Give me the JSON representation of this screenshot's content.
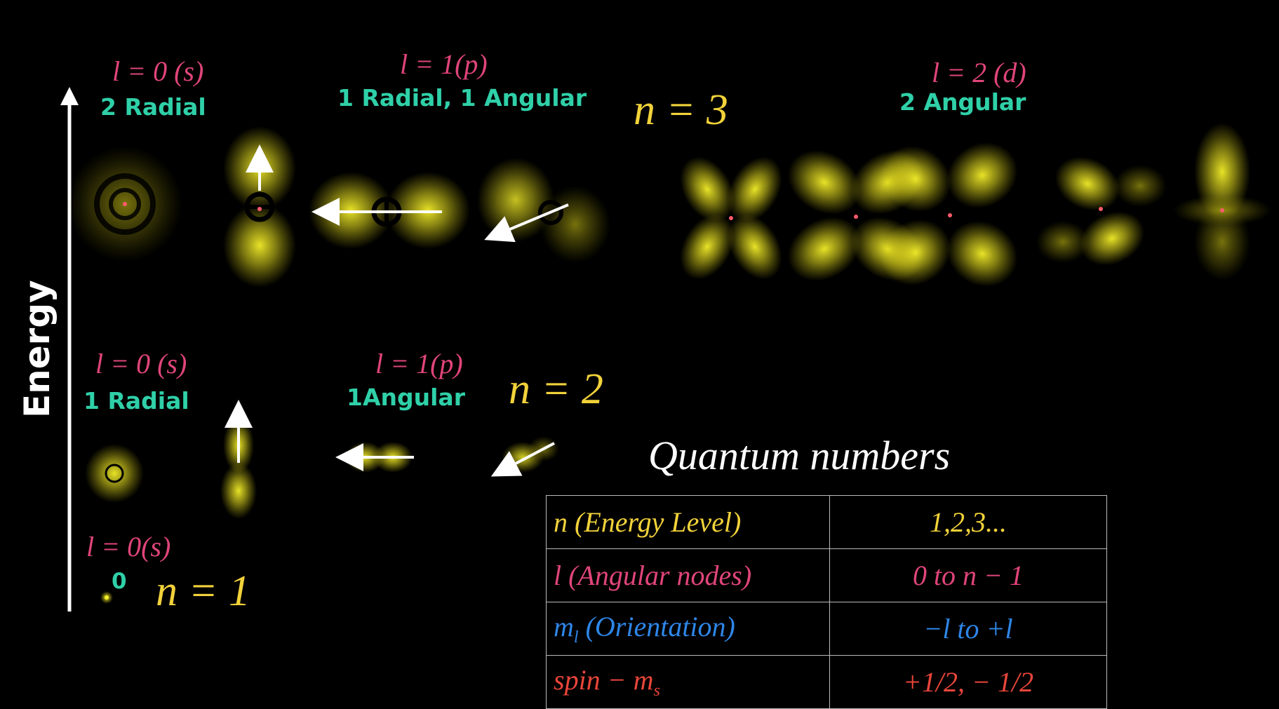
{
  "axis": {
    "label": "Energy"
  },
  "levels": {
    "n3": {
      "label": "n = 3",
      "s": {
        "quantum": "l = 0 (s)",
        "nodes": "2 Radial"
      },
      "p": {
        "quantum": "l = 1(p)",
        "nodes": "1 Radial, 1 Angular"
      },
      "d": {
        "quantum": "l = 2 (d)",
        "nodes": "2 Angular"
      }
    },
    "n2": {
      "label": "n = 2",
      "s": {
        "quantum": "l = 0  (s)",
        "nodes": "1 Radial"
      },
      "p": {
        "quantum": "l = 1(p)",
        "nodes": "1Angular"
      }
    },
    "n1": {
      "label": "n = 1",
      "s": {
        "quantum": "l = 0(s)",
        "nodes": "0"
      }
    }
  },
  "quantum_table": {
    "title": "Quantum numbers",
    "rows": [
      {
        "name": "n (Energy Level)",
        "value": "1,2,3..."
      },
      {
        "name": "l (Angular nodes)",
        "value": "0   to   n − 1"
      },
      {
        "name": "m",
        "name_sub": "l",
        "name_rest": " (Orientation)",
        "value": "−l  to  +l"
      },
      {
        "name": "spin − m",
        "name_sub": "s",
        "value": "+1/2, − 1/2"
      }
    ]
  },
  "colors": {
    "orbital": "#f4ef2a",
    "quantum_label": "#e0457a",
    "node_label": "#2fd0a8",
    "level_label": "#f2d23a",
    "orientation": "#2e86e8",
    "spin": "#e8453a"
  }
}
